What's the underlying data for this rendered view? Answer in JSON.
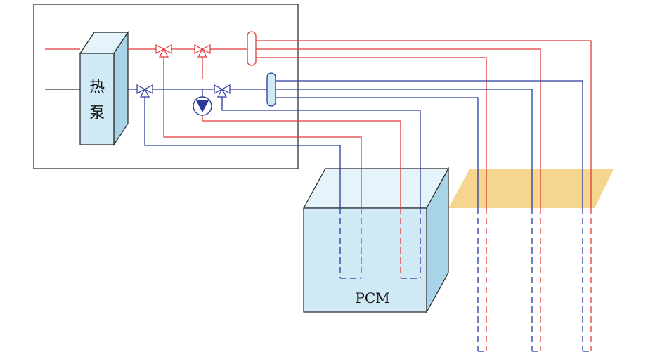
{
  "heat_pump": {
    "label_line1": "热",
    "label_line2": "泵"
  },
  "pcm_tank": {
    "label": "PCM"
  },
  "colors": {
    "supply_line": "#e23a3a",
    "return_line": "#2a3a9a",
    "equipment_fill": "#cfe9f5",
    "equipment_top": "#e4f4fa",
    "equipment_side": "#a9d4e8",
    "ground_plane": "#f6d58e",
    "outline": "#222222"
  }
}
